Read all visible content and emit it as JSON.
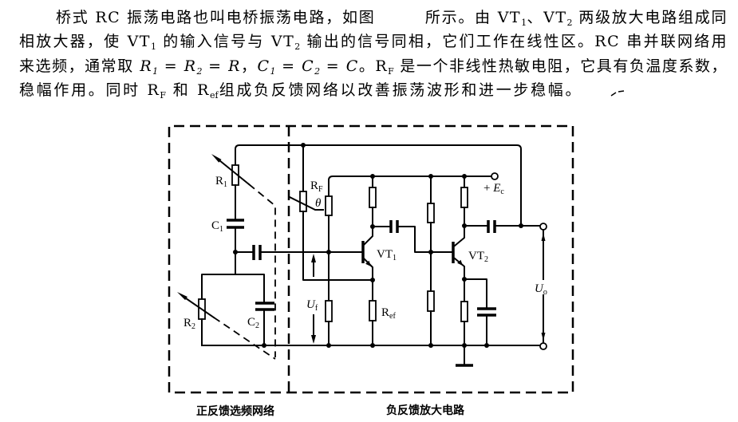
{
  "paragraph": {
    "lines": [
      {
        "segments": [
          {
            "text": "桥式 RC 振荡电路也叫电桥振荡电路，如图　　　所示。由 VT"
          },
          {
            "text": "1",
            "sub": true
          },
          {
            "text": "、VT"
          },
          {
            "text": "2",
            "sub": true
          },
          {
            "text": " 两级放大电路组成同"
          }
        ]
      },
      {
        "segments": [
          {
            "text": "相放大器，使 VT"
          },
          {
            "text": "1",
            "sub": true
          },
          {
            "text": " 的输入信号与 VT"
          },
          {
            "text": "2",
            "sub": true
          },
          {
            "text": " 输出的信号同相，它们工作在线性区。RC 串并联网络用"
          }
        ]
      },
      {
        "segments": [
          {
            "text": "来选频，通常取 "
          },
          {
            "text": "R",
            "italic": true
          },
          {
            "text": "1",
            "sub": true,
            "italic": true
          },
          {
            "text": " = "
          },
          {
            "text": "R",
            "italic": true
          },
          {
            "text": "2",
            "sub": true,
            "italic": true
          },
          {
            "text": " = "
          },
          {
            "text": "R",
            "italic": true
          },
          {
            "text": "，"
          },
          {
            "text": "C",
            "italic": true
          },
          {
            "text": "1",
            "sub": true,
            "italic": true
          },
          {
            "text": " = "
          },
          {
            "text": "C",
            "italic": true
          },
          {
            "text": "2",
            "sub": true,
            "italic": true
          },
          {
            "text": " = "
          },
          {
            "text": "C",
            "italic": true
          },
          {
            "text": "。R"
          },
          {
            "text": "F",
            "sub": true
          },
          {
            "text": " 是一个非线性热敏电阻，它具有负温度系数，起"
          }
        ]
      },
      {
        "segments": [
          {
            "text": "稳幅作用。同时 R"
          },
          {
            "text": "F",
            "sub": true
          },
          {
            "text": " 和 R"
          },
          {
            "text": "ef",
            "sub": true
          },
          {
            "text": "组成负反馈网络以改善振荡波形和进一步稳幅。"
          }
        ]
      }
    ]
  },
  "diagram": {
    "components": {
      "r1": {
        "symbol": "R",
        "sub": "1"
      },
      "c1": {
        "symbol": "C",
        "sub": "1"
      },
      "r2": {
        "symbol": "R",
        "sub": "2"
      },
      "c2": {
        "symbol": "C",
        "sub": "2"
      },
      "rf": {
        "symbol": "R",
        "sub": "F"
      },
      "theta": "θ",
      "vt1": {
        "symbol": "VT",
        "sub": "1"
      },
      "vt2": {
        "symbol": "VT",
        "sub": "2"
      },
      "ref": {
        "symbol": "R",
        "sub": "ef"
      },
      "supply": {
        "prefix": "+ ",
        "symbol": "E",
        "sub": "c"
      },
      "uf": {
        "symbol": "U",
        "sub": "f"
      },
      "uo": {
        "symbol": "U",
        "sub": "o"
      }
    },
    "captions": {
      "positive_feedback": "正反馈选频网络",
      "negative_feedback": "负反馈放大电路"
    }
  }
}
